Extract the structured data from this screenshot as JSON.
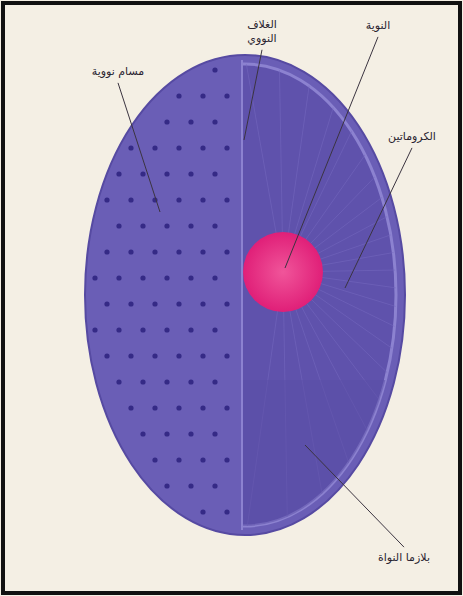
{
  "diagram": {
    "labels": [
      "مسام نووية",
      "الغلاف النووي",
      "النوية",
      "الكروماتين",
      "بلازما النواة"
    ]
  }
}
